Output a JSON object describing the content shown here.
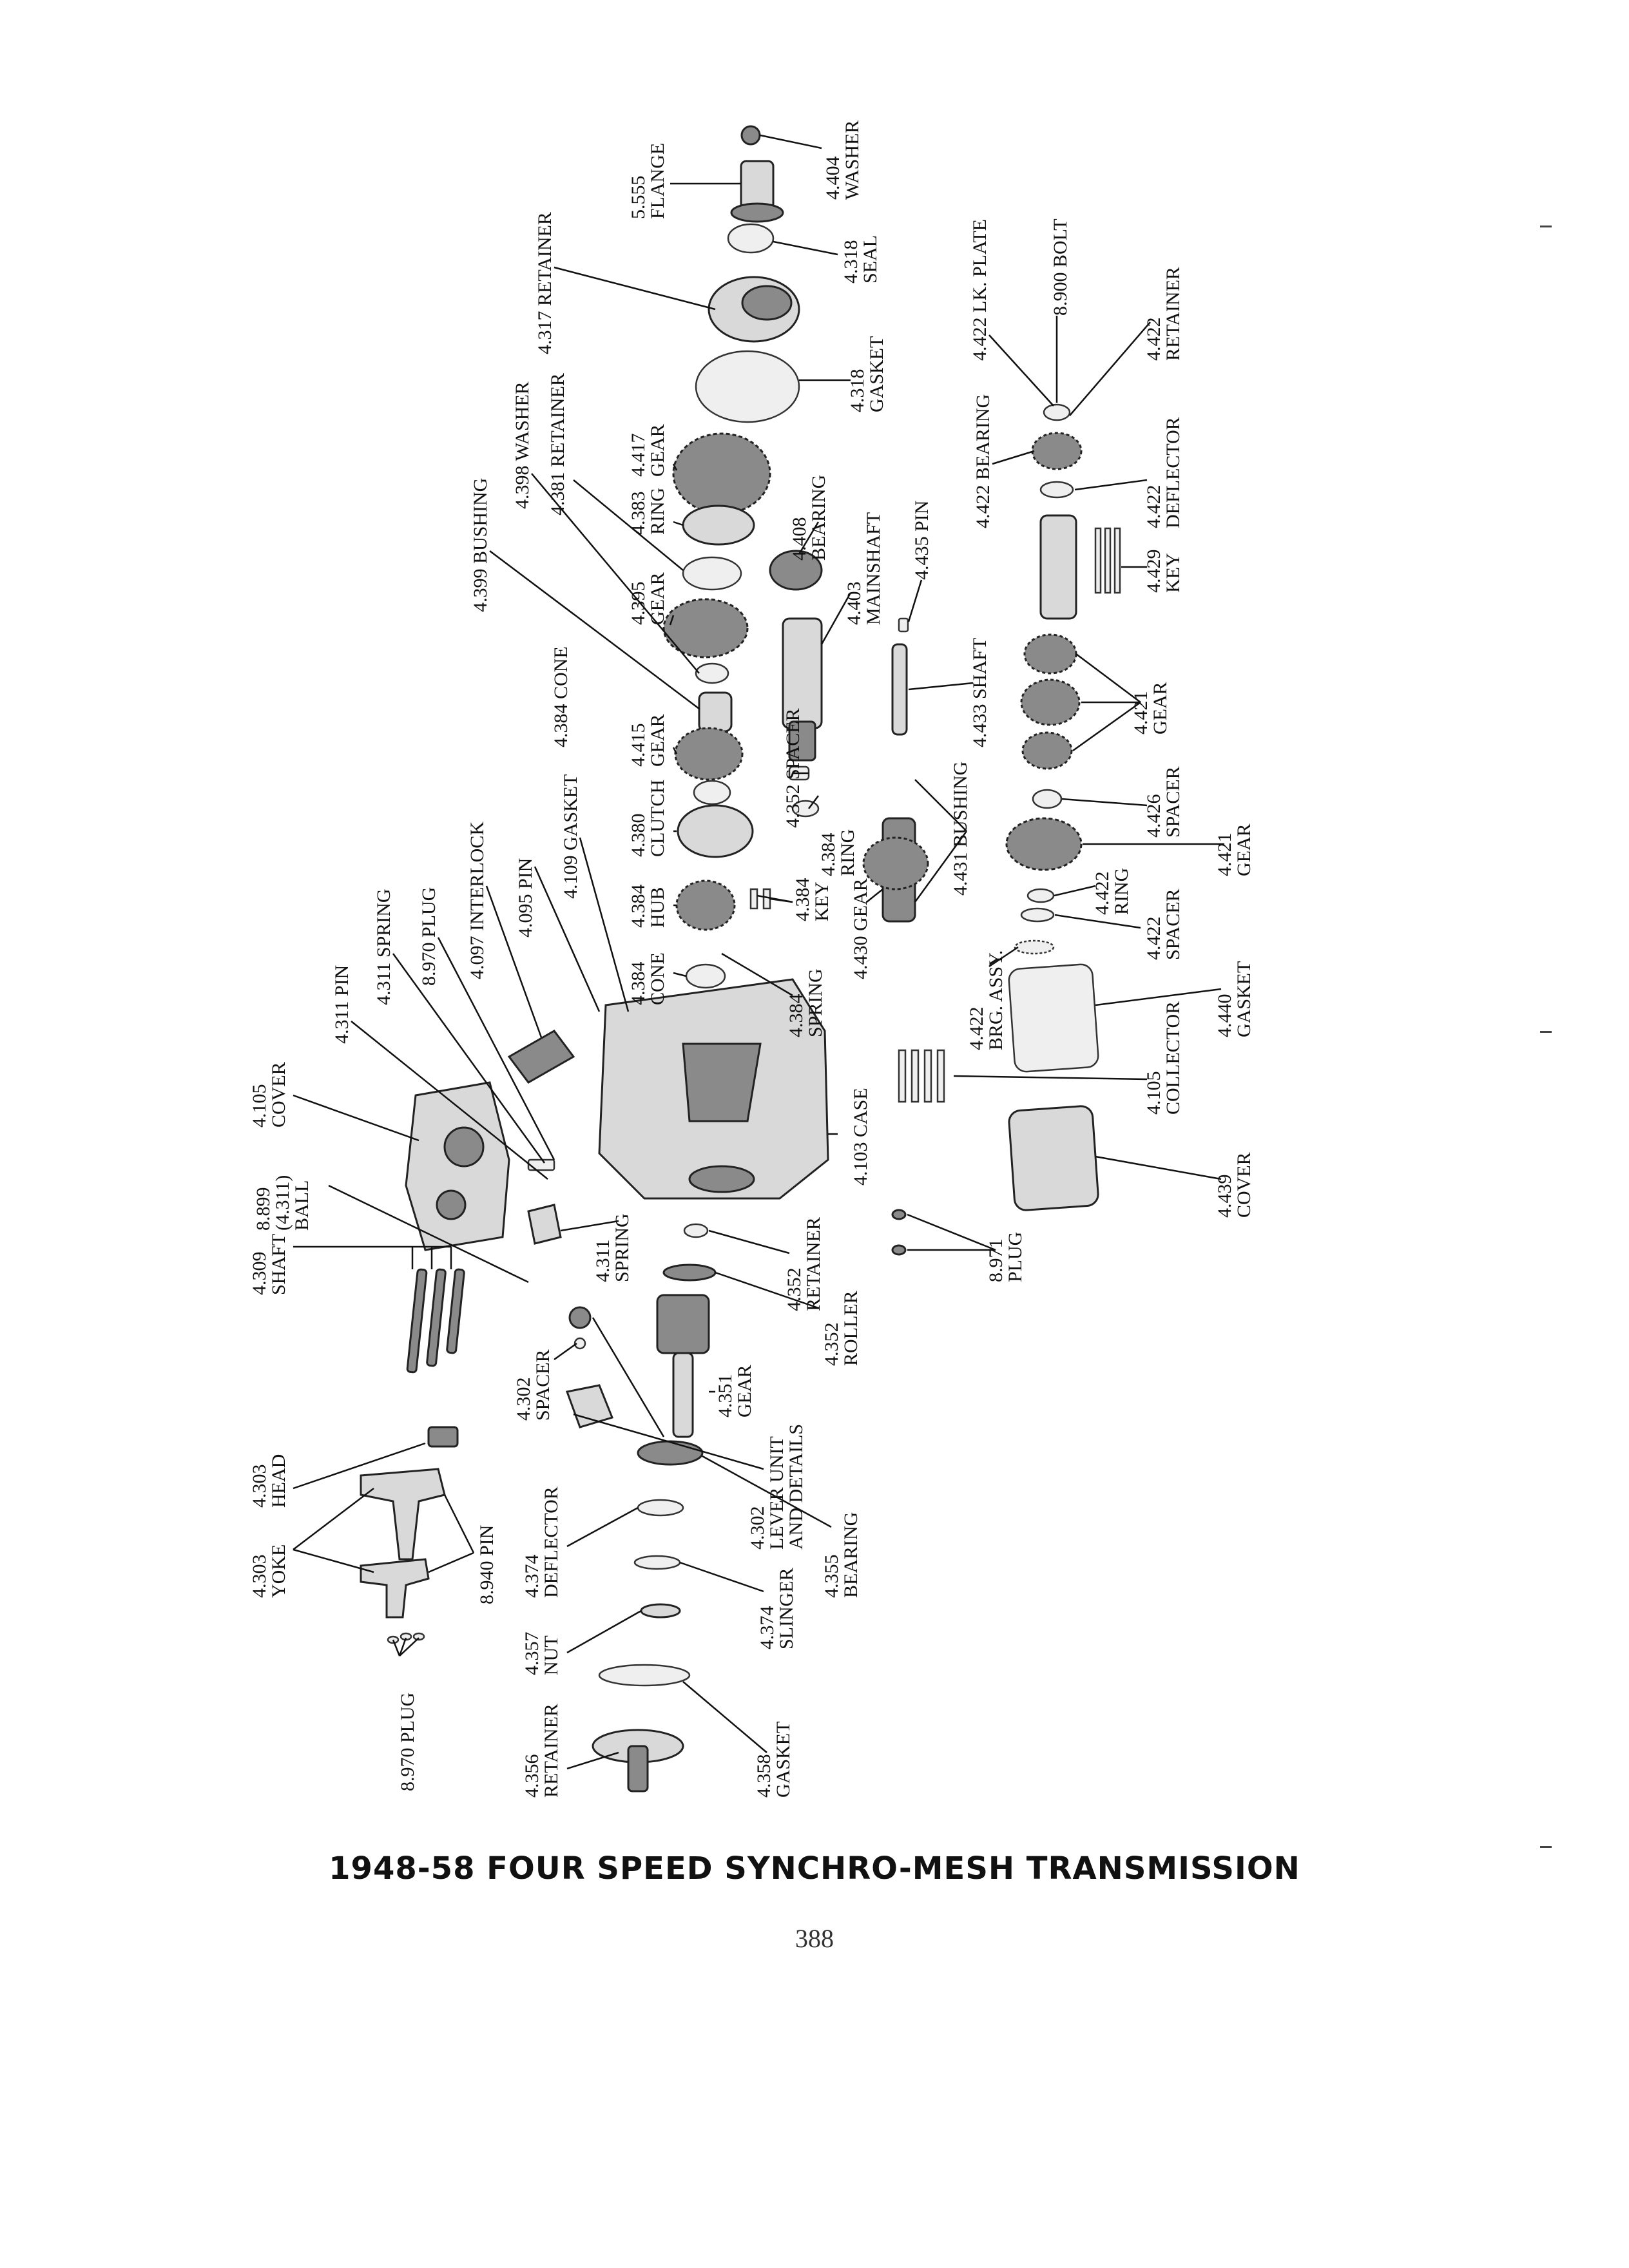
{
  "caption": "1948-58 FOUR SPEED SYNCHRO-MESH TRANSMISSION",
  "page_number": "388",
  "callouts": [
    {
      "id": "4404",
      "lines": [
        "4.404",
        "WASHER"
      ]
    },
    {
      "id": "5555",
      "lines": [
        "5.555",
        "FLANGE"
      ]
    },
    {
      "id": "4318s",
      "lines": [
        "4.318",
        "SEAL"
      ]
    },
    {
      "id": "4317",
      "lines": [
        "4.317 RETAINER"
      ]
    },
    {
      "id": "4318g",
      "lines": [
        "4.318",
        "GASKET"
      ]
    },
    {
      "id": "4417",
      "lines": [
        "4.417",
        "GEAR"
      ]
    },
    {
      "id": "4381",
      "lines": [
        "4.381 RETAINER"
      ]
    },
    {
      "id": "4398",
      "lines": [
        "4.398 WASHER"
      ]
    },
    {
      "id": "4399",
      "lines": [
        "4.399 BUSHING"
      ]
    },
    {
      "id": "4383",
      "lines": [
        "4.383",
        "RING"
      ]
    },
    {
      "id": "4408",
      "lines": [
        "4.408",
        "BEARING"
      ]
    },
    {
      "id": "4395",
      "lines": [
        "4.395",
        "GEAR"
      ]
    },
    {
      "id": "4403",
      "lines": [
        "4.403",
        "MAINSHAFT"
      ]
    },
    {
      "id": "4384c",
      "lines": [
        "4.384 CONE"
      ]
    },
    {
      "id": "4415",
      "lines": [
        "4.415",
        "GEAR"
      ]
    },
    {
      "id": "4352s",
      "lines": [
        "4.352 SPACER"
      ]
    },
    {
      "id": "4380",
      "lines": [
        "4.380",
        "CLUTCH"
      ]
    },
    {
      "id": "4384r",
      "lines": [
        "4.384",
        "RING"
      ]
    },
    {
      "id": "4109",
      "lines": [
        "4.109 GASKET"
      ]
    },
    {
      "id": "4384h",
      "lines": [
        "4.384",
        "HUB"
      ]
    },
    {
      "id": "4384k",
      "lines": [
        "4.384",
        "KEY"
      ]
    },
    {
      "id": "4095",
      "lines": [
        "4.095 PIN"
      ]
    },
    {
      "id": "4097",
      "lines": [
        "4.097 INTERLOCK"
      ]
    },
    {
      "id": "8970a",
      "lines": [
        "8.970 PLUG"
      ]
    },
    {
      "id": "4311sp",
      "lines": [
        "4.311 SPRING"
      ]
    },
    {
      "id": "4384co",
      "lines": [
        "4.384",
        "CONE"
      ]
    },
    {
      "id": "4384sp",
      "lines": [
        "4.384",
        "SPRING"
      ]
    },
    {
      "id": "4311p",
      "lines": [
        "4.311 PIN"
      ]
    },
    {
      "id": "4105c",
      "lines": [
        "4.105",
        "COVER"
      ]
    },
    {
      "id": "8899",
      "lines": [
        "8.899",
        "(4.311)",
        "BALL"
      ]
    },
    {
      "id": "4103",
      "lines": [
        "4.103 CASE"
      ]
    },
    {
      "id": "4430",
      "lines": [
        "4.430 GEAR"
      ]
    },
    {
      "id": "4311s2",
      "lines": [
        "4.311",
        "SPRING"
      ]
    },
    {
      "id": "4309",
      "lines": [
        "4.309",
        "SHAFT"
      ]
    },
    {
      "id": "4352r",
      "lines": [
        "4.352",
        "RETAINER"
      ]
    },
    {
      "id": "4352ro",
      "lines": [
        "4.352",
        "ROLLER"
      ]
    },
    {
      "id": "4351",
      "lines": [
        "4.351",
        "GEAR"
      ]
    },
    {
      "id": "4302s",
      "lines": [
        "4.302",
        "SPACER"
      ]
    },
    {
      "id": "4302l",
      "lines": [
        "4.302",
        "LEVER UNIT",
        "AND DETAILS"
      ]
    },
    {
      "id": "4303h",
      "lines": [
        "4.303",
        "HEAD"
      ]
    },
    {
      "id": "4303y",
      "lines": [
        "4.303",
        "YOKE"
      ]
    },
    {
      "id": "8940",
      "lines": [
        "8.940 PIN"
      ]
    },
    {
      "id": "4374d",
      "lines": [
        "4.374",
        "DEFLECTOR"
      ]
    },
    {
      "id": "4355",
      "lines": [
        "4.355",
        "BEARING"
      ]
    },
    {
      "id": "4374s",
      "lines": [
        "4.374",
        "SLINGER"
      ]
    },
    {
      "id": "4357",
      "lines": [
        "4.357",
        "NUT"
      ]
    },
    {
      "id": "8970b",
      "lines": [
        "8.970 PLUG"
      ]
    },
    {
      "id": "4356",
      "lines": [
        "4.356",
        "RETAINER"
      ]
    },
    {
      "id": "4358",
      "lines": [
        "4.358",
        "GASKET"
      ]
    },
    {
      "id": "4422lk",
      "lines": [
        "4.422 LK. PLATE"
      ]
    },
    {
      "id": "8900",
      "lines": [
        "8.900 BOLT"
      ]
    },
    {
      "id": "4422ret",
      "lines": [
        "4.422",
        "RETAINER"
      ]
    },
    {
      "id": "4422b",
      "lines": [
        "4.422 BEARING"
      ]
    },
    {
      "id": "4422d",
      "lines": [
        "4.422",
        "DEFLECTOR"
      ]
    },
    {
      "id": "4435",
      "lines": [
        "4.435 PIN"
      ]
    },
    {
      "id": "4429",
      "lines": [
        "4.429",
        "KEY"
      ]
    },
    {
      "id": "4433",
      "lines": [
        "4.433 SHAFT"
      ]
    },
    {
      "id": "4421a",
      "lines": [
        "4.421",
        "GEAR"
      ]
    },
    {
      "id": "4431",
      "lines": [
        "4.431 BUSHING"
      ]
    },
    {
      "id": "4426",
      "lines": [
        "4.426",
        "SPACER"
      ]
    },
    {
      "id": "4421b",
      "lines": [
        "4.421",
        "GEAR"
      ]
    },
    {
      "id": "4422r",
      "lines": [
        "4.422",
        "RING"
      ]
    },
    {
      "id": "4422sp",
      "lines": [
        "4.422",
        "SPACER"
      ]
    },
    {
      "id": "4422ba",
      "lines": [
        "4.422",
        "BRG. ASSY."
      ]
    },
    {
      "id": "4440",
      "lines": [
        "4.440",
        "GASKET"
      ]
    },
    {
      "id": "4105col",
      "lines": [
        "4.105",
        "COLLECTOR"
      ]
    },
    {
      "id": "4439",
      "lines": [
        "4.439",
        "COVER"
      ]
    },
    {
      "id": "8971",
      "lines": [
        "8.971",
        "PLUG"
      ]
    }
  ]
}
